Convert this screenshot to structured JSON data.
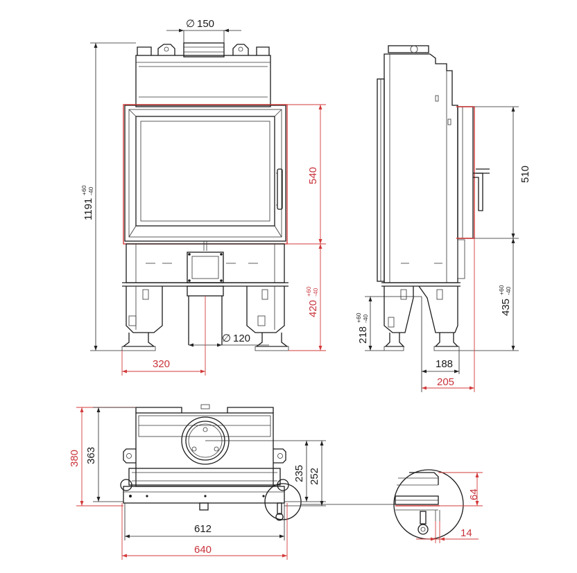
{
  "dimensions": {
    "front": {
      "flue_diameter": "150",
      "total_height": "1191",
      "total_height_tol_plus": "+60",
      "total_height_tol_minus": "-40",
      "door_height": "540",
      "door_bottom_height": "420",
      "door_bottom_tol_plus": "+60",
      "door_bottom_tol_minus": "-40",
      "air_inlet_diameter": "120",
      "inlet_offset": "320"
    },
    "side": {
      "door_height": "510",
      "bottom_height": "435",
      "bottom_tol_plus": "+60",
      "bottom_tol_minus": "-40",
      "inlet_height": "218",
      "inlet_tol_plus": "+60",
      "inlet_tol_minus": "-40",
      "depth_inlet": "188",
      "depth_total": "205"
    },
    "top": {
      "depth_total": "380",
      "depth_body": "363",
      "flue_center_a": "235",
      "flue_center_b": "252",
      "width_body": "612",
      "width_total": "640"
    },
    "detail": {
      "height": "64",
      "offset": "14"
    }
  },
  "diameter_symbol": "∅",
  "colors": {
    "line": "#1a1a1a",
    "accent": "#d33a3a",
    "background": "#ffffff"
  }
}
